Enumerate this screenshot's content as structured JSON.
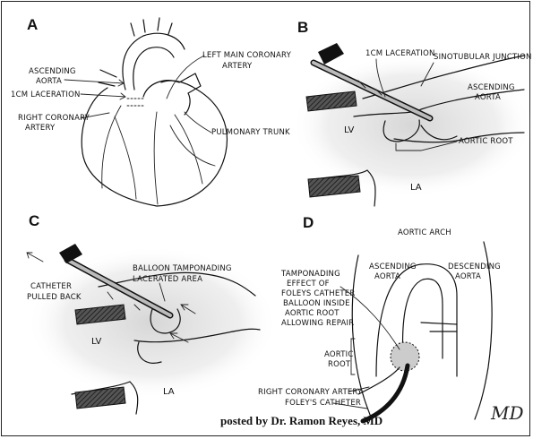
{
  "panels": {
    "a": {
      "letter": "A",
      "labels": {
        "ascending_aorta_1": "ASCENDING",
        "ascending_aorta_2": "AORTA",
        "laceration": "1CM LACERATION",
        "left_main_1": "LEFT MAIN CORONARY",
        "left_main_2": "ARTERY",
        "right_coronary_1": "RIGHT CORONARY",
        "right_coronary_2": "ARTERY",
        "pulmonary_trunk": "PULMONARY TRUNK"
      }
    },
    "b": {
      "letter": "B",
      "labels": {
        "laceration": "1CM LACERATION",
        "sinotubular": "SINOTUBULAR JUNCTION",
        "ascending_1": "ASCENDING",
        "ascending_2": "AORTA",
        "lv": "LV",
        "aortic_root": "AORTIC ROOT",
        "la": "LA"
      }
    },
    "c": {
      "letter": "C",
      "labels": {
        "balloon_1": "BALLOON TAMPONADING",
        "balloon_2": "LACERATED AREA",
        "catheter_1": "CATHETER",
        "catheter_2": "PULLED BACK",
        "lv": "LV",
        "la": "LA"
      }
    },
    "d": {
      "letter": "D",
      "labels": {
        "aortic_arch": "AORTIC ARCH",
        "ascending_1": "ASCENDING",
        "ascending_2": "AORTA",
        "descending_1": "DESCENDING",
        "descending_2": "AORTA",
        "tamponading_1": "TAMPONADING",
        "tamponading_2": "EFFECT OF",
        "tamponading_3": "FOLEYS CATHETER",
        "tamponading_4": "BALLOON INSIDE",
        "tamponading_5": "AORTIC ROOT",
        "tamponading_6": "ALLOWING REPAIR",
        "aortic_root_1": "AORTIC",
        "aortic_root_2": "ROOT",
        "right_coronary": "RIGHT CORONARY ARTERY",
        "foleys": "FOLEY'S CATHETER"
      }
    }
  },
  "credit": "posted by Dr. Ramon Reyes, MD",
  "signature": "MD"
}
